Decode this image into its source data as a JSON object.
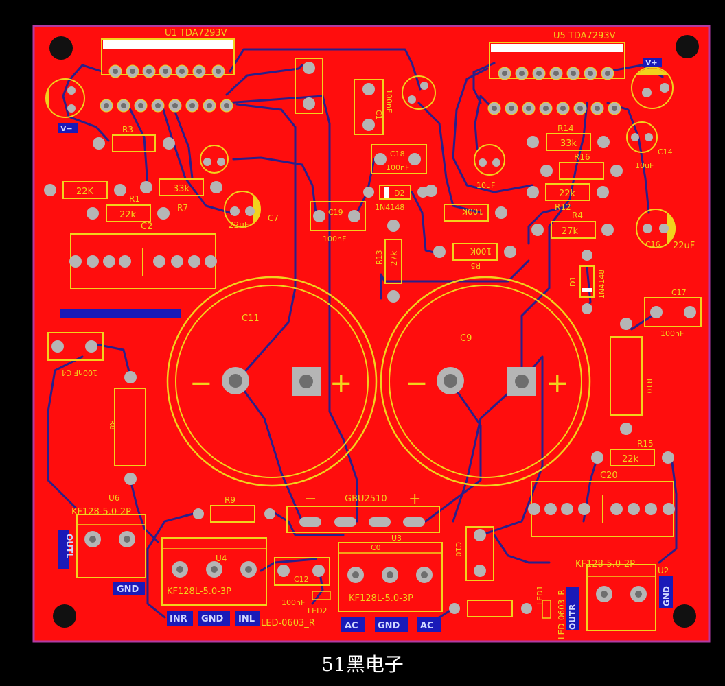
{
  "colors": {
    "background": "#000000",
    "board": "#ff0d0d",
    "board_outline": "#b23aa3",
    "trace": "#2a1f8a",
    "silk": "#f2d21c",
    "pad": "#b5b5b5",
    "hole": "#6e6e6e",
    "tag": "#1a1ab8"
  },
  "caption": "51黑电子",
  "chips": {
    "u1": "U1 TDA7293V",
    "u5": "U5 TDA7293V"
  },
  "labels": {
    "c11": "C11",
    "c9": "C9",
    "c2": "C2",
    "c20": "C20",
    "c7": "C7",
    "c7_value": "22uF",
    "c16": "C16",
    "c16_value": "22uF",
    "c14": "C14",
    "c14_value": "10uF",
    "c13_value": "10uF",
    "c18": "C18",
    "c18_value": "100nF",
    "c19": "C19",
    "c19_value": "100nF",
    "c17": "C17",
    "c17_value": "100nF",
    "c12": "C12",
    "c12_value": "100nF",
    "c10": "C10",
    "c1": "C1",
    "c1_value": "100nF",
    "c4_value": "100nF C4",
    "r1": "R1",
    "r1_value": "22k",
    "r3": "R3",
    "r7": "R7",
    "r7_value": "33k",
    "r22k_left": "22K",
    "r14": "R14",
    "r14_value": "33k",
    "r16": "R16",
    "r12": "R12",
    "r12_value": "22k",
    "r4": "R4",
    "r4_value": "27k",
    "r13": "R13",
    "r13_value": "27k",
    "r5": "R5",
    "r5_value": "100K",
    "r11_value": "100K",
    "r15": "R15",
    "r15_value": "22k",
    "r9": "R9",
    "r8": "R8",
    "r10": "R10",
    "d1": "D1",
    "d1_value": "1N4148",
    "d2": "D2",
    "d2_value": "1N4148",
    "bridge": "GBU2510",
    "bridge_minus": "−",
    "bridge_plus": "+",
    "u3": "U3",
    "u6": "U6",
    "u6_part": "KF128-5.0-2P",
    "u2": "U2",
    "u2_part": "KF128-5.0-2P",
    "u4": "U4",
    "u4_part": "KF128L-5.0-3P",
    "c0": "C0",
    "c0_part": "KF128L-5.0-3P",
    "led1": "LED1",
    "led2": "LED2",
    "led_part": "LED-0603_R",
    "cap_minus": "−",
    "cap_plus": "+"
  },
  "tags": {
    "outl": "OUTL",
    "gnd_left": "GND",
    "inr": "INR",
    "gnd_mid": "GND",
    "inl": "INL",
    "ac1": "AC",
    "gnd_ac": "GND",
    "ac2": "AC",
    "outr": "OUTR",
    "gnd_right": "GND",
    "v_plus": "V+",
    "v_minus": "V−"
  }
}
